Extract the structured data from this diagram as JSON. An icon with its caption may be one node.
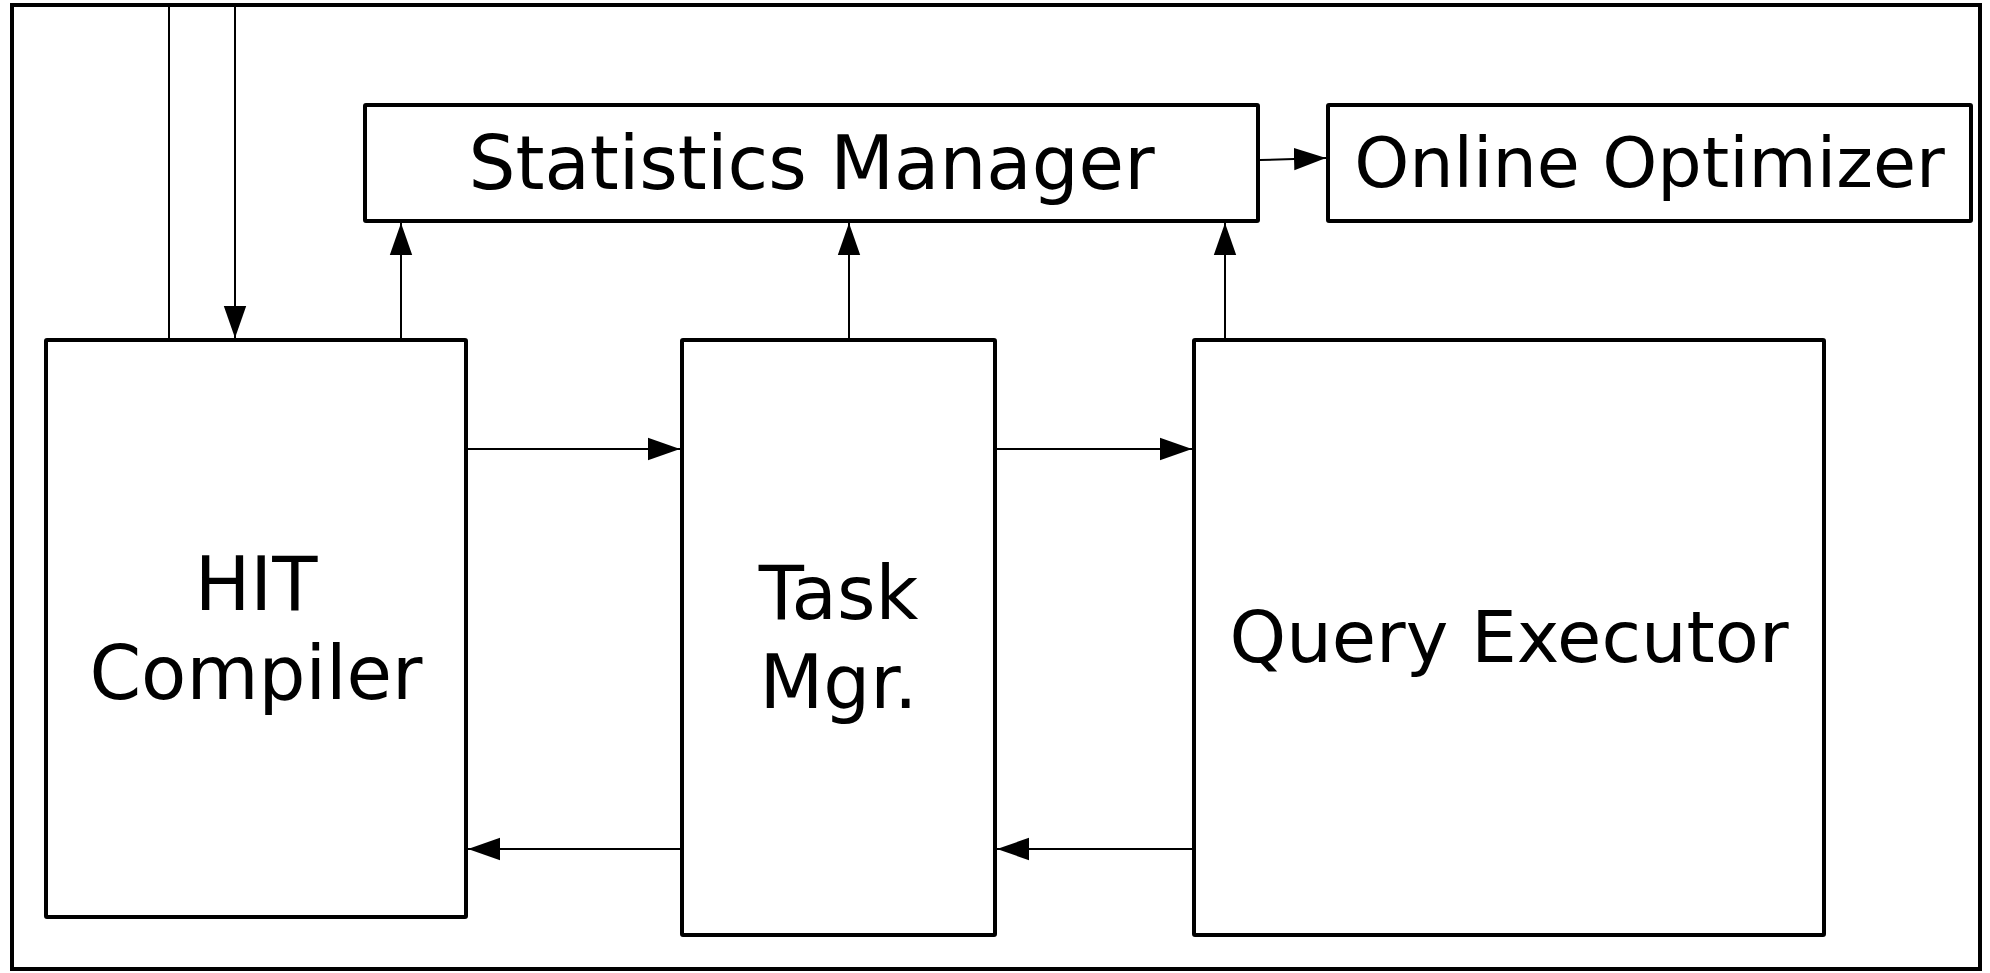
{
  "diagram": {
    "nodes": [
      {
        "text": [
          "Statistics Manager"
        ]
      },
      {
        "text": [
          "Online Optimizer"
        ]
      },
      {
        "text": [
          "HIT Compiler"
        ]
      },
      {
        "text": [
          "Task Mgr."
        ]
      },
      {
        "text": [
          "Query Executor"
        ]
      }
    ],
    "edges": [
      {
        "from": 2,
        "to": 0,
        "arrow": "to"
      },
      {
        "from": 3,
        "to": 0,
        "arrow": "to"
      },
      {
        "from": 4,
        "to": 0,
        "arrow": "to"
      },
      {
        "from": 0,
        "to": 1,
        "arrow": "to"
      },
      {
        "from": 2,
        "to": 3,
        "arrow": "to"
      },
      {
        "from": 3,
        "to": 4,
        "arrow": "to"
      },
      {
        "from": 4,
        "to": 3,
        "arrow": "to"
      },
      {
        "from": 3,
        "to": 2,
        "arrow": "to"
      },
      {
        "from": null,
        "to": 2,
        "arrow": "to"
      },
      {
        "from": 2,
        "to": null,
        "arrow": "none"
      }
    ]
  }
}
